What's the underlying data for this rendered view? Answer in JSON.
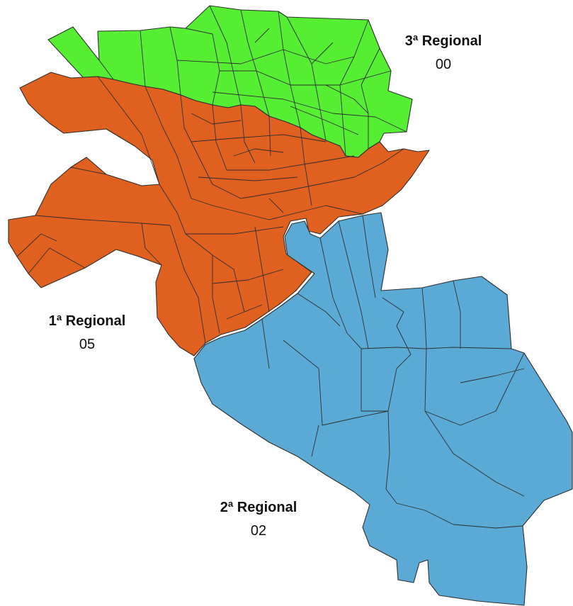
{
  "regions": [
    {
      "id": "r3",
      "name": "3ª Regional",
      "count": "00",
      "color": "#55ee33"
    },
    {
      "id": "r1",
      "name": "1ª Regional",
      "count": "05",
      "color": "#e06020"
    },
    {
      "id": "r2",
      "name": "2ª Regional",
      "count": "02",
      "color": "#5aaad5"
    }
  ]
}
